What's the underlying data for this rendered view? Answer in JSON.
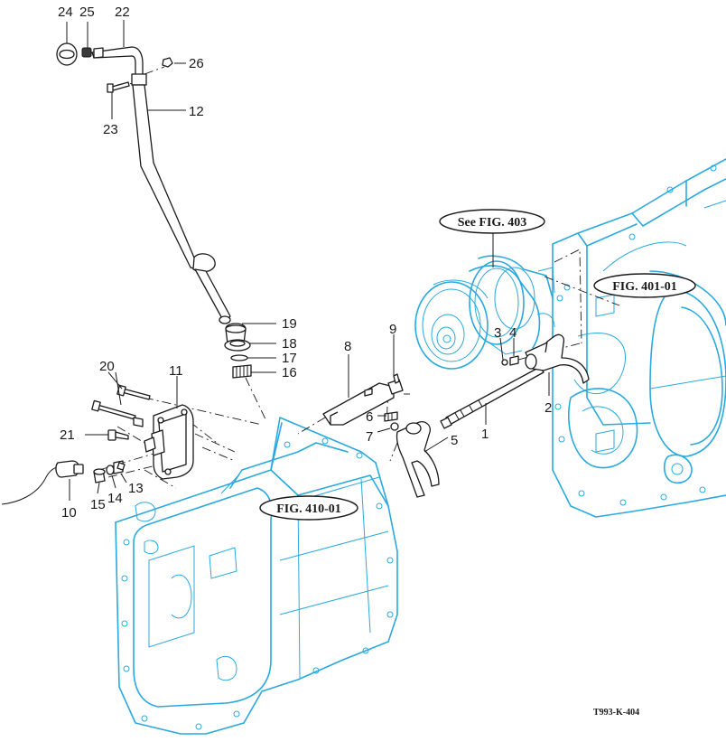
{
  "callouts": {
    "n1": "1",
    "n2": "2",
    "n3": "3",
    "n4": "4",
    "n5": "5",
    "n6": "6",
    "n7": "7",
    "n8": "8",
    "n9": "9",
    "n10": "10",
    "n11": "11",
    "n12": "12",
    "n13": "13",
    "n14": "14",
    "n15": "15",
    "n16": "16",
    "n17": "17",
    "n18": "18",
    "n19": "19",
    "n20": "20",
    "n21": "21",
    "n22": "22",
    "n23": "23",
    "n24": "24",
    "n25": "25",
    "n26": "26"
  },
  "refs": {
    "fig403": "See FIG. 403",
    "fig401": "FIG. 401-01",
    "fig410": "FIG. 410-01"
  },
  "drawing_code": "T993-K-404",
  "colors": {
    "housing_outline": "#29a9df",
    "parts_outline": "#1a1a1a",
    "background": "#ffffff"
  }
}
